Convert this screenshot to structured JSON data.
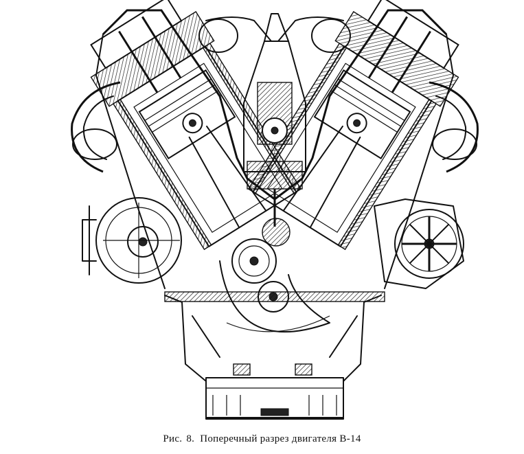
{
  "caption": {
    "prefix": "Рис.",
    "number": "8.",
    "title": "Поперечный разрез двигателя В-14"
  }
}
